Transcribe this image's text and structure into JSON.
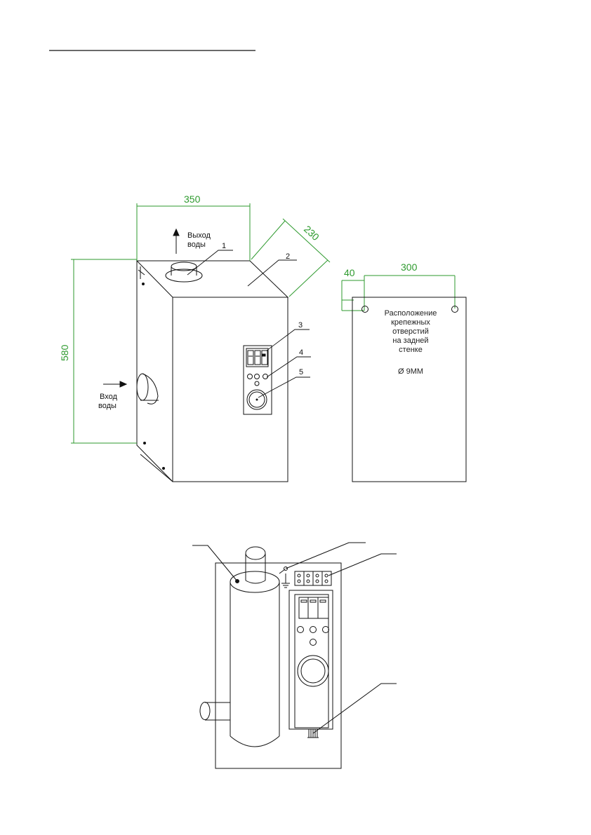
{
  "dimensions": {
    "width": "350",
    "depth": "230",
    "height": "580",
    "offset": "40",
    "spacing": "300"
  },
  "labels": {
    "water_out_1": "Выход",
    "water_out_2": "воды",
    "water_in_1": "Вход",
    "water_in_2": "воды"
  },
  "callouts": [
    "1",
    "2",
    "3",
    "4",
    "5"
  ],
  "back_panel": {
    "note_lines": [
      "Расположение",
      "крепежных",
      "отверстий",
      "на задней",
      "стенке"
    ],
    "hole_diameter": "Ø 9MM"
  },
  "colors": {
    "dimension": "#2e9a2e",
    "line": "#111111"
  }
}
